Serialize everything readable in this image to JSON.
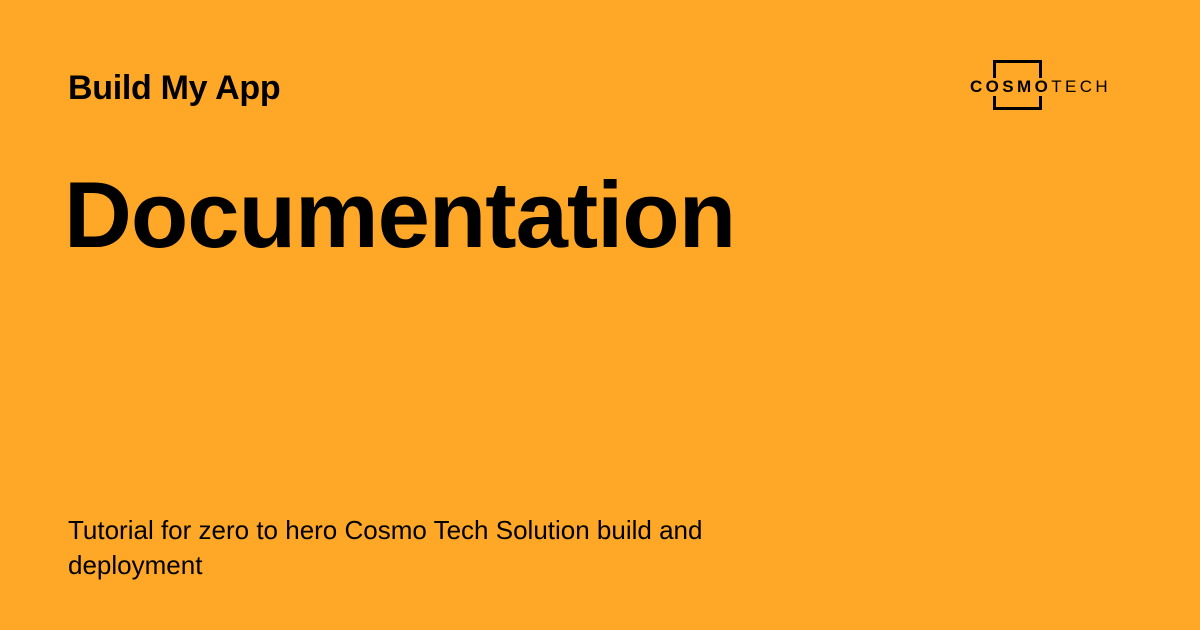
{
  "site": {
    "name": "Build My App"
  },
  "page": {
    "title": "Documentation",
    "description": "Tutorial for zero to hero Cosmo Tech Solution build and deployment"
  },
  "logo": {
    "text_bold": "COSMO",
    "text_light": "TECH",
    "icon": "cosmotech-logo-icon"
  },
  "colors": {
    "background": "#FFA726",
    "text": "#000000"
  }
}
